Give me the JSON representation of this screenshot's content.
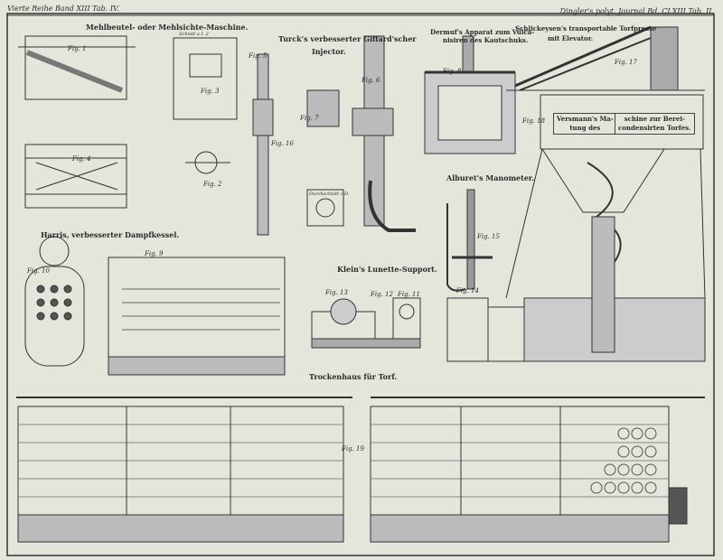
{
  "header": {
    "left": "Vierte Reihe Band XIII Tab. IV.",
    "right": "Dingler's polyt. Journal Bd. CLXIII Tab. II."
  },
  "titles": {
    "mehlbeutel": "Mehlbeutel- oder Mehlsichte-Maschine.",
    "schnitt": "Schnitt a I. 2",
    "turck_1": "Turck's verbesserter Giffard'scher",
    "turck_2": "Injector.",
    "dermuf_1": "Dermuf's Apparat zum Vulca-",
    "dermuf_2": "nisiren des Kautschuks.",
    "schlickeysen_1": "Schlickeysen's transportable Torfpresse",
    "schlickeysen_2": "mit Elevator.",
    "versmann_a": "Versmann's Ma-",
    "versmann_b": "tung des",
    "versmann_c": "schine zur Berei-",
    "versmann_d": "condensirten Torfes.",
    "alburet": "Alburet's Manometer.",
    "harris": "Harris, verbesserter Dampfkessel.",
    "klein": "Klein's Lunette-Support.",
    "durchschnitt": "Durchschnitt c.D.",
    "trockenhaus": "Trockenhaus für Torf."
  },
  "figures": [
    "Fig. 1",
    "Fig. 2",
    "Fig. 3",
    "Fig. 4",
    "Fig. 5",
    "Fig. 6",
    "Fig. 7",
    "Fig. 8",
    "Fig. 9",
    "Fig. 10",
    "Fig. 11",
    "Fig. 12",
    "Fig. 13",
    "Fig. 14",
    "Fig. 15",
    "Fig. 16",
    "Fig. 17",
    "Fig. 18",
    "Fig. 19"
  ]
}
